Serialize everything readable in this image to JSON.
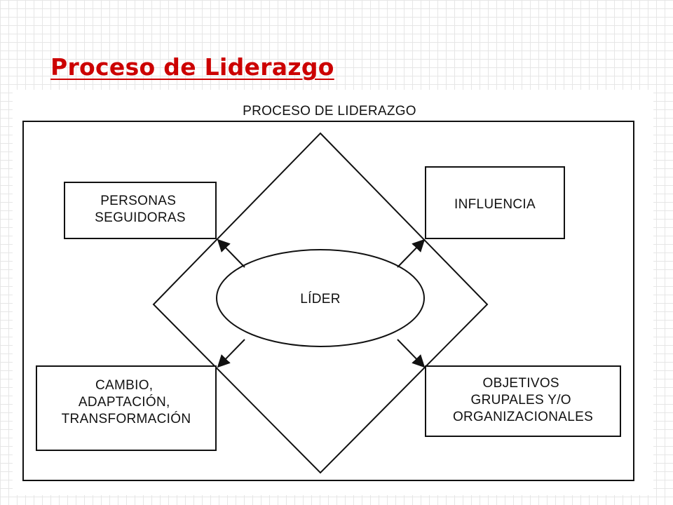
{
  "slide": {
    "title": "Proceso de Liderazgo"
  },
  "diagram": {
    "heading": "PROCESO DE LIDERAZGO",
    "center": "LÍDER",
    "boxes": {
      "top_left": [
        "PERSONAS",
        "SEGUIDORAS"
      ],
      "top_right": [
        "INFLUENCIA"
      ],
      "bottom_left": [
        "CAMBIO,",
        "ADAPTACIÓN,",
        "TRANSFORMACIÓN"
      ],
      "bottom_right": [
        "OBJETIVOS",
        "GRUPALES Y/O",
        "ORGANIZACIONALES"
      ]
    }
  }
}
